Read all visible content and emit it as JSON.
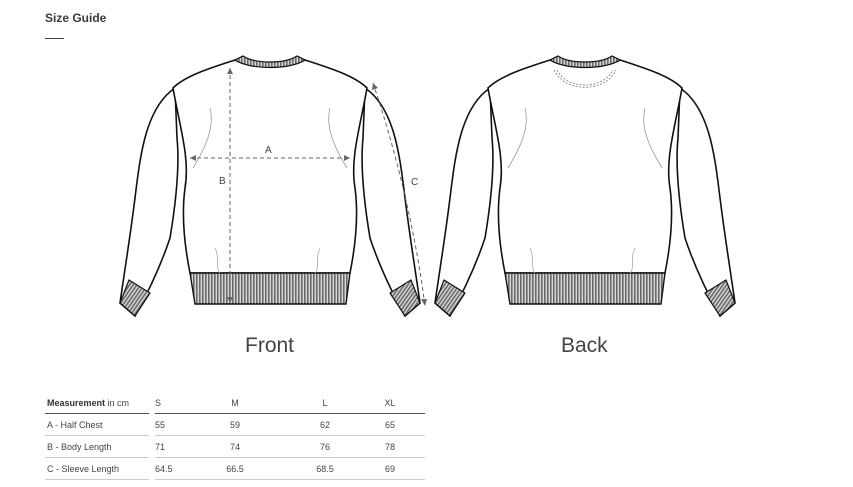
{
  "header": {
    "title": "Size Guide"
  },
  "views": [
    {
      "label": "Front"
    },
    {
      "label": "Back"
    }
  ],
  "diagram_labels": {
    "a": "A",
    "b": "B",
    "c": "C"
  },
  "table": {
    "header_strong": "Measurement",
    "header_unit": " in cm",
    "sizes": [
      "S",
      "M",
      "L",
      "XL"
    ],
    "rows": [
      {
        "label": "A - Half Chest",
        "values": [
          "55",
          "59",
          "62",
          "65"
        ]
      },
      {
        "label": "B - Body Length",
        "values": [
          "71",
          "74",
          "76",
          "78"
        ]
      },
      {
        "label": "C - Sleeve Length",
        "values": [
          "64.5",
          "66.5",
          "68.5",
          "69"
        ]
      }
    ]
  },
  "colors": {
    "rib": "#777777",
    "outline": "#111111",
    "text": "#444444"
  }
}
